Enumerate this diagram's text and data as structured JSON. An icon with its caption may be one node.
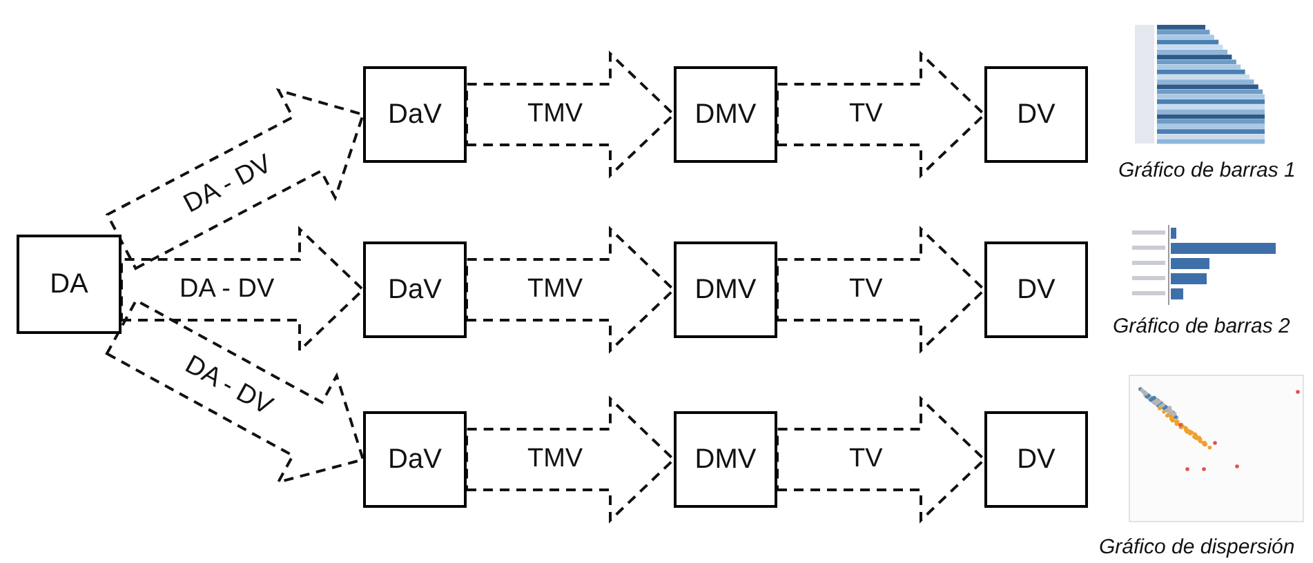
{
  "diagram": {
    "nodes": [
      {
        "text": [
          "DA"
        ]
      },
      {
        "text": [
          "DaV"
        ]
      },
      {
        "text": [
          "DMV"
        ]
      },
      {
        "text": [
          "DV"
        ]
      },
      {
        "text": [
          "DaV"
        ]
      },
      {
        "text": [
          "DMV"
        ]
      },
      {
        "text": [
          "DV"
        ]
      },
      {
        "text": [
          "DaV"
        ]
      },
      {
        "text": [
          "DMV"
        ]
      },
      {
        "text": [
          "DV"
        ]
      }
    ],
    "edges": [
      {
        "from": 0,
        "to": 1,
        "arrow": "to",
        "label": "DA - DV",
        "style": "dashed"
      },
      {
        "from": 1,
        "to": 2,
        "arrow": "to",
        "label": "TMV",
        "style": "dashed"
      },
      {
        "from": 2,
        "to": 3,
        "arrow": "to",
        "label": "TV",
        "style": "dashed"
      },
      {
        "from": 0,
        "to": 4,
        "arrow": "to",
        "label": "DA - DV",
        "style": "dashed"
      },
      {
        "from": 4,
        "to": 5,
        "arrow": "to",
        "label": "TMV",
        "style": "dashed"
      },
      {
        "from": 5,
        "to": 6,
        "arrow": "to",
        "label": "TV",
        "style": "dashed"
      },
      {
        "from": 0,
        "to": 7,
        "arrow": "to",
        "label": "DA - DV",
        "style": "dashed"
      },
      {
        "from": 7,
        "to": 8,
        "arrow": "to",
        "label": "TMV",
        "style": "dashed"
      },
      {
        "from": 8,
        "to": 9,
        "arrow": "to",
        "label": "TV",
        "style": "dashed"
      }
    ],
    "labels": [
      "Gráfico de barras 1",
      "Gráfico de barras 2",
      "Gráfico de dispersión"
    ]
  }
}
